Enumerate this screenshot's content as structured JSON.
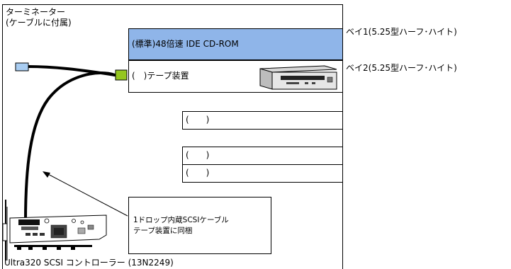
{
  "terminator": {
    "line1": "ターミネーター",
    "line2": "(ケーブルに付属)"
  },
  "bays": [
    {
      "label": "(標準)48倍速 IDE CD-ROM",
      "side": "ベイ1(5.25型ハーフ･ハイト)"
    },
    {
      "label": "(　)テープ装置",
      "side": "ベイ2(5.25型ハーフ･ハイト)"
    }
  ],
  "slots": [
    {
      "label": "(　　)"
    },
    {
      "label": "(　　)"
    },
    {
      "label": "(　　)"
    }
  ],
  "callout": {
    "line1": "1ドロップ内蔵SCSIケーブル",
    "line2": "テープ装置に同梱"
  },
  "controller": {
    "label": "Ultra320 SCSI コントローラー (13N2249)"
  },
  "colors": {
    "cd_rom_bay": "#8fb5e9",
    "terminator_connector": "#a9cdf2",
    "tape_connector": "#95c61f"
  }
}
